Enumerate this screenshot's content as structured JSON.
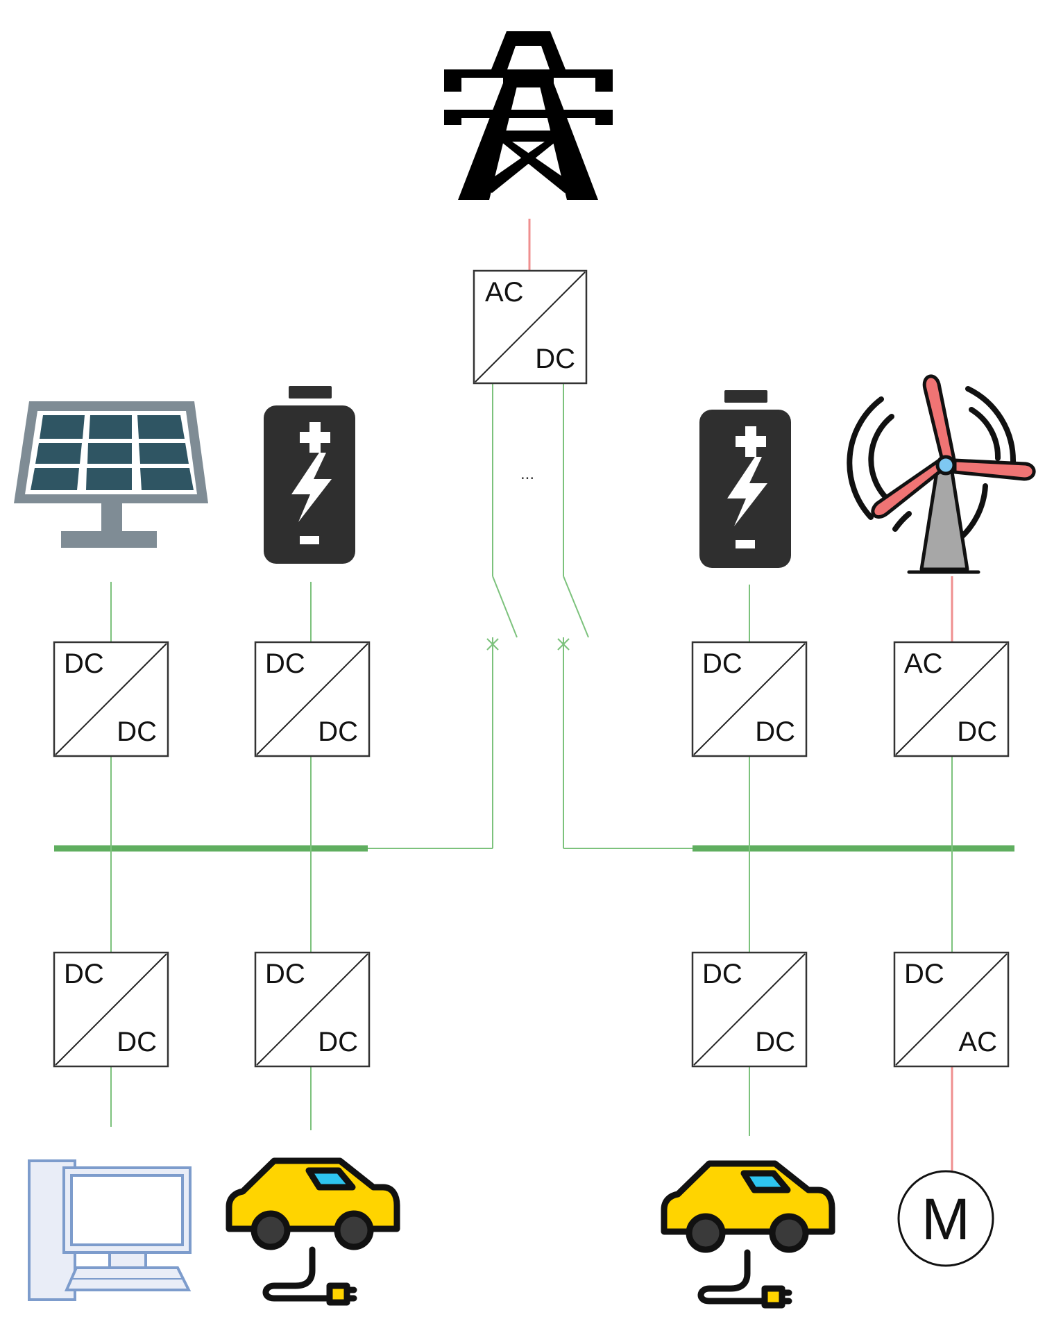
{
  "converters": [
    {
      "id": "grid",
      "top": "AC",
      "bottom": "DC"
    },
    {
      "id": "pv",
      "top": "DC",
      "bottom": "DC"
    },
    {
      "id": "battery-left",
      "top": "DC",
      "bottom": "DC"
    },
    {
      "id": "battery-right",
      "top": "DC",
      "bottom": "DC"
    },
    {
      "id": "wind",
      "top": "AC",
      "bottom": "DC"
    },
    {
      "id": "computer",
      "top": "DC",
      "bottom": "DC"
    },
    {
      "id": "ev-left",
      "top": "DC",
      "bottom": "DC"
    },
    {
      "id": "ev-right",
      "top": "DC",
      "bottom": "DC"
    },
    {
      "id": "motor",
      "top": "DC",
      "bottom": "AC"
    }
  ],
  "ellipsis": "...",
  "motor_label": "M",
  "colors": {
    "dc_line": "#7cc27c",
    "dc_bus": "#5fae5f",
    "ac_line": "#ef8f8f",
    "battery": "#2f2f2f",
    "solar_frame": "#7f8c95",
    "solar_cell": "#2f5563",
    "car_body": "#ffd400",
    "car_window": "#2ec5f0",
    "turbine_blade": "#f07474",
    "computer": "#7d9ccc"
  },
  "icons": [
    "transmission-tower-icon",
    "solar-panel-icon",
    "battery-icon",
    "wind-turbine-icon",
    "desktop-computer-icon",
    "electric-car-icon",
    "motor-icon"
  ]
}
